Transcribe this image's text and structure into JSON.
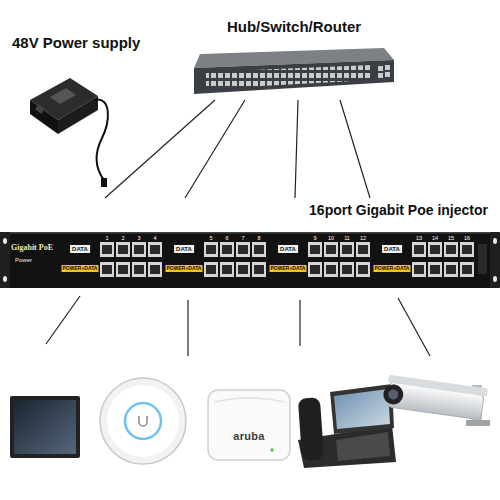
{
  "diagram": {
    "nodes": [
      {
        "text": [
          "48V Power supply"
        ]
      },
      {
        "text": [
          "Hub/Switch/Router"
        ]
      },
      {
        "text": [
          "16port Gigabit Poe injector"
        ]
      }
    ],
    "edges": [
      {
        "from": 1,
        "to": 2,
        "arrow": "none"
      },
      {
        "from": 1,
        "to": 2,
        "arrow": "none"
      },
      {
        "from": 1,
        "to": 2,
        "arrow": "none"
      },
      {
        "from": 1,
        "to": 2,
        "arrow": "none"
      }
    ],
    "labels": [
      "Gigabit PoE",
      "Power",
      "DATA",
      "POWER+DATA",
      "1",
      "2",
      "3",
      "4",
      "DATA",
      "POWER+DATA",
      "5",
      "6",
      "7",
      "8",
      "DATA",
      "POWER+DATA",
      "9",
      "10",
      "11",
      "12",
      "DATA",
      "POWER+DATA",
      "13",
      "14",
      "15",
      "16",
      "aruba"
    ]
  }
}
